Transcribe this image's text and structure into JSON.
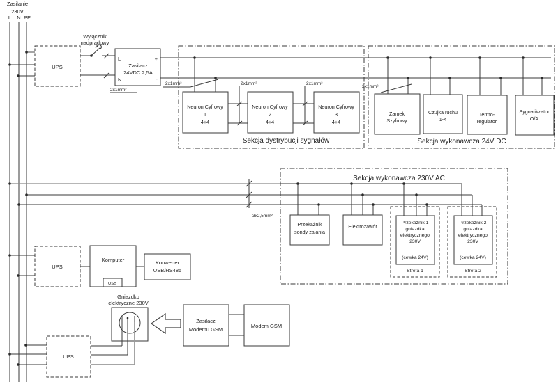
{
  "supply": {
    "name": "Zasilanie",
    "voltage": "230V",
    "l": "L",
    "n": "N",
    "pe": "PE"
  },
  "ups": {
    "label": "UPS"
  },
  "breaker": {
    "line1": "Wyłącznik",
    "line2": "nadprądowy"
  },
  "psu24": {
    "line1": "Zasilacz",
    "line2": "24VDC 2,5A",
    "l": "L",
    "n": "N",
    "plus": "+",
    "minus": "-"
  },
  "cables": {
    "x2": "2x1mm²",
    "x3": "3x2,5mm²"
  },
  "signal_section": {
    "title": "Sekcja dystrybucji sygnałów"
  },
  "neurons": [
    {
      "name": "Neuron Cyfrowy",
      "num": "1",
      "io": "4+4"
    },
    {
      "name": "Neuron Cyfrowy",
      "num": "2",
      "io": "4+4"
    },
    {
      "name": "Neuron Cyfrowy",
      "num": "3",
      "io": "4+4"
    }
  ],
  "dc24": {
    "title": "Sekcja wykonawcza 24V DC",
    "devices": [
      {
        "l1": "Zamek",
        "l2": "Szyfrowy"
      },
      {
        "l1": "Czujka ruchu",
        "l2": "1-4"
      },
      {
        "l1": "Termo-",
        "l2": "regulator"
      },
      {
        "l1": "Sygnalikzator",
        "l2": "O/A"
      }
    ]
  },
  "ac230": {
    "title": "Sekcja wykonawcza 230V AC",
    "flood": {
      "l1": "Przekaźnik",
      "l2": "sondy zalania"
    },
    "valve": "Elektrozawór",
    "zones": [
      {
        "l1": "Przekaźnik 1",
        "l2": "gniazdka",
        "l3": "elektrycznego",
        "l4": "230V",
        "coil": "(cewka 24V)",
        "zone": "Strefa 1"
      },
      {
        "l1": "Przekaźnik 2",
        "l2": "gniazdka",
        "l3": "elektrycznego",
        "l4": "230V",
        "coil": "(cewka 24V)",
        "zone": "Strefa 2"
      }
    ]
  },
  "computer": {
    "label": "Komputer",
    "usb": "USB"
  },
  "converter": {
    "l1": "Konwerter",
    "l2": "USB/RS485"
  },
  "socket": {
    "l1": "Gniazdko",
    "l2": "elektryczne 230V"
  },
  "gsm_psu": {
    "l1": "Zasilacz",
    "l2": "Modemu GSM"
  },
  "modem": {
    "label": "Modem GSM"
  },
  "colors": {
    "wire": "#3a3a3a",
    "wire_secondary": "#9a9a9a",
    "text": "#222222",
    "background": "#ffffff"
  }
}
